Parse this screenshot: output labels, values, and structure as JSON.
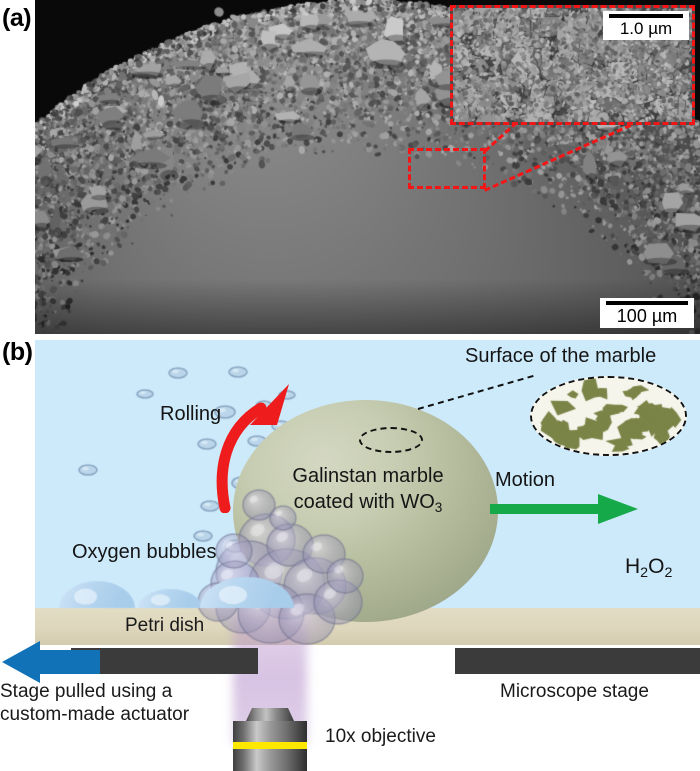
{
  "figure": {
    "panels": [
      {
        "id": "a",
        "label": "(a)",
        "type": "sem-micrograph"
      },
      {
        "id": "b",
        "label": "(b)",
        "type": "schematic"
      }
    ]
  },
  "panel_a": {
    "label": "(a)",
    "description": "SEM micrograph of a Galinstan marble coated with WO3 particles",
    "scalebar_main": {
      "length_text": "100 µm"
    },
    "inset": {
      "scalebar": {
        "length_text": "1.0 µm"
      },
      "callout_color": "#f41616"
    }
  },
  "panel_b": {
    "label": "(b)",
    "marble_label_line1": "Galinstan marble",
    "marble_label_line2_prefix": "coated with WO",
    "marble_label_line2_sub": "3",
    "surface_callout_label": "Surface of the marble",
    "rolling_label": "Rolling",
    "motion_label": "Motion",
    "oxygen_label": "Oxygen bubbles",
    "solution_label_prefix": "H",
    "solution_label_sub1": "2",
    "solution_label_mid": "O",
    "solution_label_sub2": "2",
    "petri_dish_label": "Petri dish",
    "microscope_stage_label": "Microscope stage",
    "actuator_label_line1": "Stage pulled using a",
    "actuator_label_line2": "custom-made actuator",
    "objective_label": "10x objective",
    "colors": {
      "liquid": "#cdeafb",
      "petri_dish": "#ded7bd",
      "stage": "#3b3b3b",
      "marble": "#b6bd9e",
      "rolling_arrow": "#ee1c1c",
      "motion_arrow": "#16a94a",
      "stage_arrow": "#1272b8",
      "light_beam": "#ba96ce",
      "objective_band": "#ffe800",
      "surface_flakes": "#7b8447"
    }
  }
}
